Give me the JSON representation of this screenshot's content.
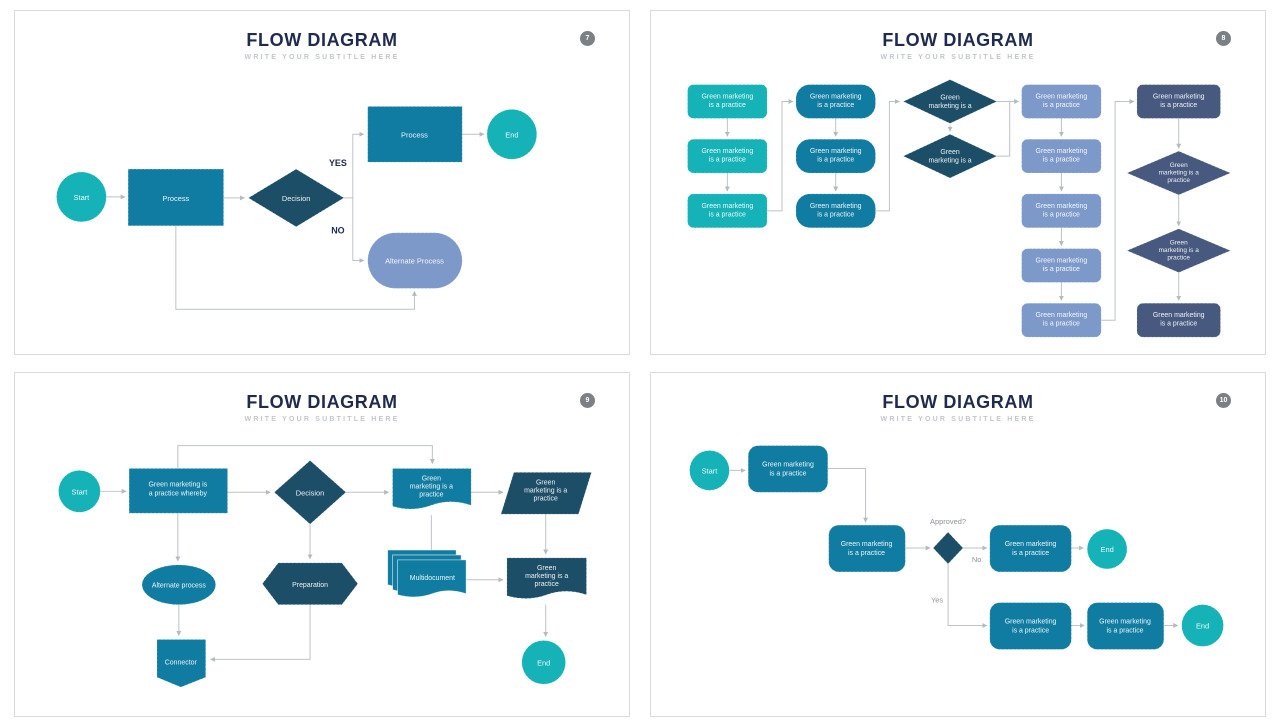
{
  "colors": {
    "teal": "#15b2b8",
    "ocean": "#117ca2",
    "navy": "#1d4e68",
    "periwinkle": "#7d99ca",
    "slate": "#47597f",
    "connector_line": "#bcc2c8",
    "title_text": "#1e2a4f",
    "subtitle_text": "#c2c6cb",
    "badge_bg": "#7b8085",
    "slide_border": "#d8dadc",
    "branch_label": "#1e2a4f",
    "note_label": "#8d939a"
  },
  "slides": [
    {
      "title": "FLOW DIAGRAM",
      "subtitle": "WRITE YOUR SUBTITLE HERE",
      "page_number": "7",
      "nodes": {
        "start": "Start",
        "process1": "Process",
        "decision": "Decision",
        "yes": "YES",
        "no": "NO",
        "process2": "Process",
        "end": "End",
        "alternate": "Alternate Process"
      }
    },
    {
      "title": "FLOW DIAGRAM",
      "subtitle": "WRITE YOUR SUBTITLE HERE",
      "page_number": "8",
      "nodes": {
        "box_line1": "Green marketing",
        "box_line2": "is a practice",
        "diamond_line1": "Green",
        "diamond_line2": "marketing is a",
        "big_diamond_line1": "Green",
        "big_diamond_line2": "marketing is a",
        "big_diamond_line3": "practice"
      }
    },
    {
      "title": "FLOW DIAGRAM",
      "subtitle": "WRITE YOUR SUBTITLE HERE",
      "page_number": "9",
      "nodes": {
        "start": "Start",
        "main_line1": "Green marketing is",
        "main_line2": "a practice whereby",
        "decision": "Decision",
        "alternate": "Alternate process",
        "preparation": "Preparation",
        "connector": "Connector",
        "doc_line1": "Green",
        "doc_line2": "marketing is a",
        "doc_line3": "practice",
        "multidoc": "Multidocument",
        "end": "End"
      }
    },
    {
      "title": "FLOW DIAGRAM",
      "subtitle": "WRITE YOUR SUBTITLE HERE",
      "page_number": "10",
      "nodes": {
        "start": "Start",
        "box_line1": "Green marketing",
        "box_line2": "is a practice",
        "approved": "Approved?",
        "no": "No",
        "yes": "Yes",
        "end": "End"
      }
    }
  ]
}
